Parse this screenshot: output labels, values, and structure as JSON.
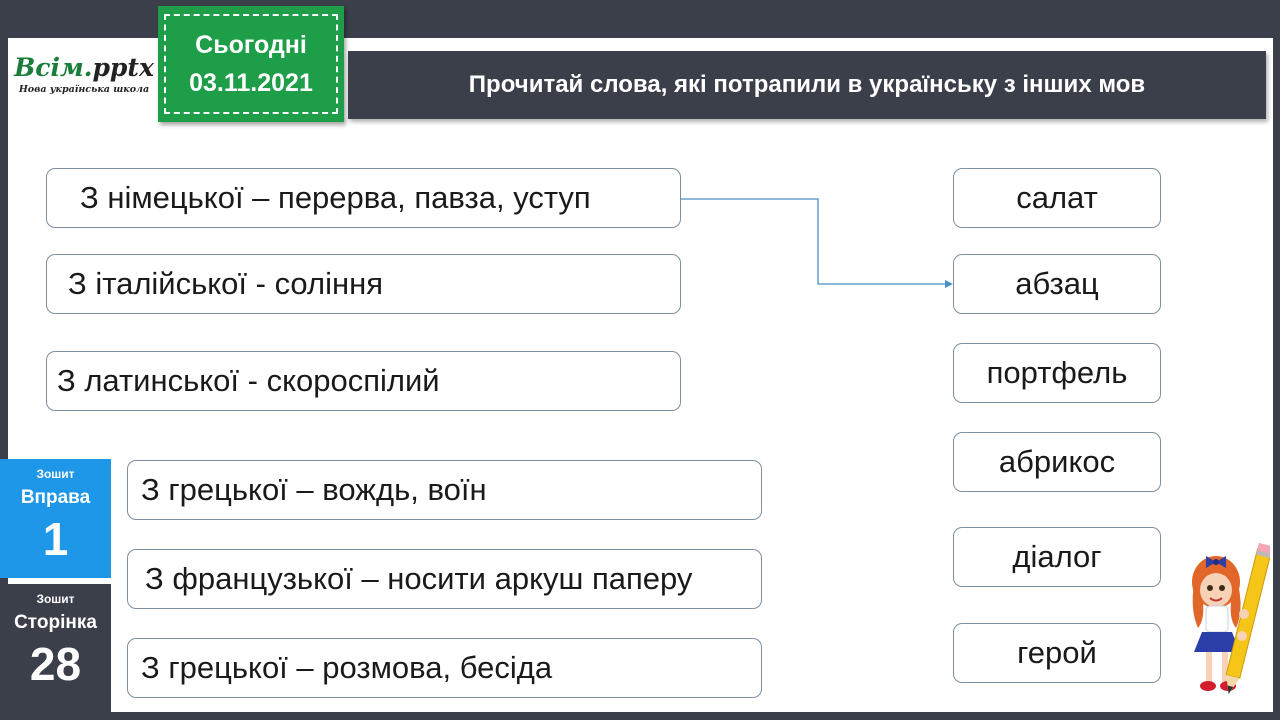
{
  "logo": {
    "main": "Всім.",
    "main_suffix": "pptx",
    "sub": "Нова українська школа"
  },
  "date_badge": {
    "label": "Сьогодні",
    "date": "03.11.2021"
  },
  "title": "Прочитай слова, які потрапили в українську з інших мов",
  "left_items": [
    "З німецької – перерва, павза, уступ",
    "З італійської - соління",
    "З латинської - скороспілий",
    "З грецької – вождь, воїн",
    "З французької – носити аркуш паперу",
    "З грецької – розмова, бесіда"
  ],
  "right_words": [
    "салат",
    "абзац",
    "портфель",
    "абрикос",
    "діалог",
    "герой"
  ],
  "exercise": {
    "small": "Зошит",
    "label": "Вправа",
    "number": "1"
  },
  "page": {
    "small": "Зошит",
    "label": "Сторінка",
    "number": "28"
  },
  "colors": {
    "dark": "#3b3f4a",
    "green": "#1f9e4a",
    "blue": "#1e97e8",
    "connector": "#4a8fc7"
  }
}
